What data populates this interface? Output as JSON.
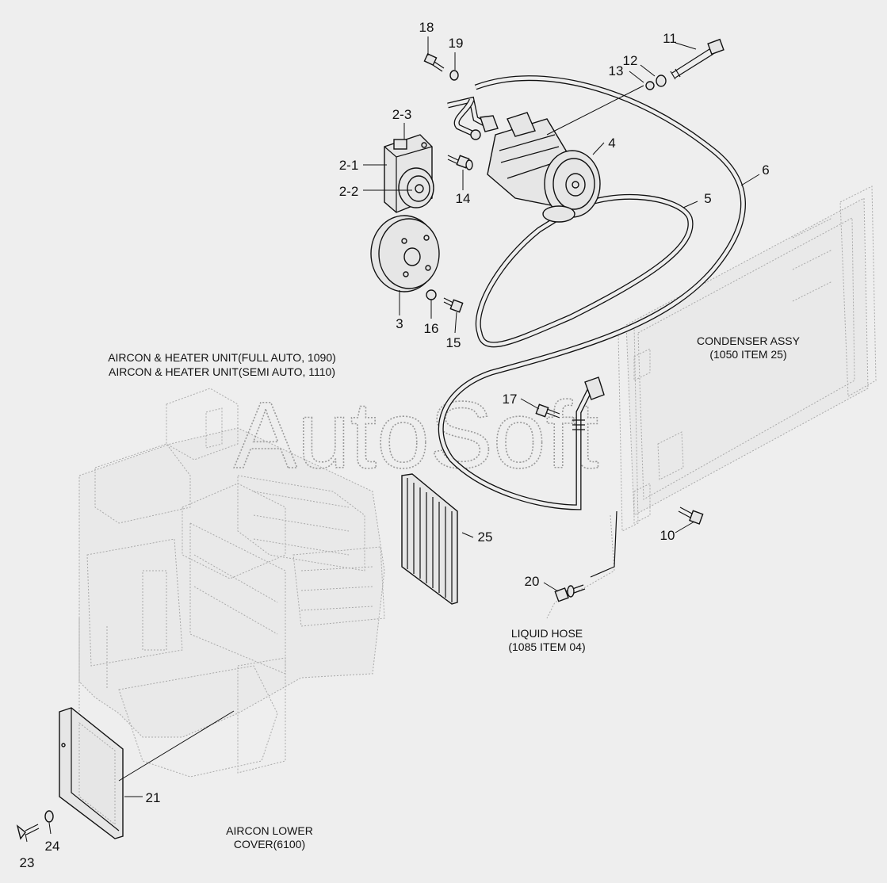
{
  "watermark": "AutoSoft",
  "notes": {
    "aircon_heater_full": "AIRCON & HEATER UNIT(FULL AUTO, 1090)",
    "aircon_heater_semi": "AIRCON & HEATER UNIT(SEMI AUTO, 1110)",
    "condenser_line1": "CONDENSER ASSY",
    "condenser_line2": "(1050 ITEM 25)",
    "liquid_hose_line1": "LIQUID HOSE",
    "liquid_hose_line2": "(1085 ITEM 04)",
    "lower_cover_line1": "AIRCON LOWER",
    "lower_cover_line2": "COVER(6100)"
  },
  "callouts": {
    "p18": "18",
    "p19": "19",
    "p11": "11",
    "p12": "12",
    "p13": "13",
    "p2_3": "2-3",
    "p2_1": "2-1",
    "p2_2": "2-2",
    "p14": "14",
    "p4": "4",
    "p6": "6",
    "p5": "5",
    "p3": "3",
    "p16": "16",
    "p15": "15",
    "p17": "17",
    "p10": "10",
    "p25": "25",
    "p20": "20",
    "p21": "21",
    "p23": "23",
    "p24": "24"
  }
}
